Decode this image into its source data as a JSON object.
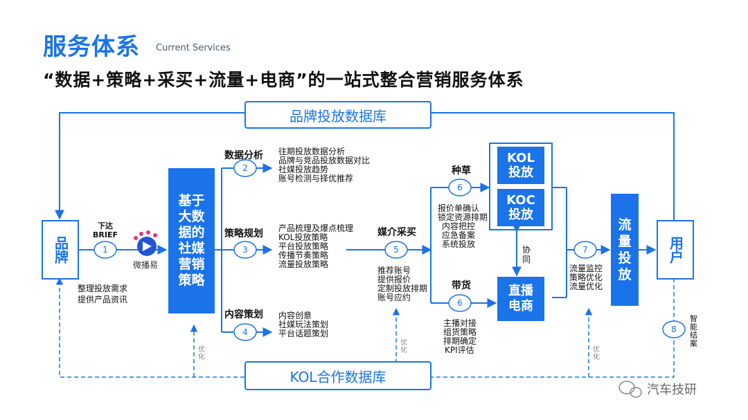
{
  "header": {
    "title": "服务体系",
    "title_en": "Current Services",
    "subtitle": "“数据+策略+采买+流量+电商”的一站式整合营销服务体系"
  },
  "databases": {
    "top": "品牌投放数据库",
    "bottom": "KOL合作数据库"
  },
  "brand": "品牌",
  "user": "用户",
  "step1": {
    "num": "1",
    "label": "下达 BRIEF",
    "under": [
      "整理投放需求",
      "提供产品资讯"
    ]
  },
  "logo_label": "微播易",
  "strategy_box": "基于大数据的社媒营销策略",
  "step2": {
    "num": "2",
    "head": "数据分析",
    "items": [
      "往期投放数据分析",
      "品牌与竞品投放数据对比",
      "社媒投放趋势",
      "账号检测与择优推荐"
    ]
  },
  "step3": {
    "num": "3",
    "head": "策略规划",
    "items": [
      "产品梳理及爆点梳理",
      "KOL投放策略",
      "平台投放策略",
      "传播节奏策略",
      "流量投放策略"
    ]
  },
  "step4": {
    "num": "4",
    "head": "内容策划",
    "items": [
      "内容创意",
      "社媒玩法策划",
      "平台话题策划"
    ]
  },
  "step5": {
    "num": "5",
    "head": "媒介采买",
    "items": [
      "推荐账号",
      "提供报价",
      "定制投放排期",
      "账号应约"
    ]
  },
  "step6a": {
    "num": "6",
    "head": "种草",
    "items": [
      "报价单确认",
      "锁定资源排期",
      "内容把控",
      "应急备案",
      "系统投放"
    ]
  },
  "step6b": {
    "num": "6",
    "head": "带货",
    "items": [
      "主播对接",
      "组货策略",
      "排期确定",
      "KPI评估"
    ]
  },
  "kol_box": "KOL投放",
  "koc_box": "KOC投放",
  "coop": "协同",
  "live_box": "直播电商",
  "step7": {
    "num": "7",
    "items": [
      "流量监控",
      "策略优化",
      "流量优化"
    ]
  },
  "traffic_box": "流量投放",
  "step8": {
    "num": "8",
    "label": "智能结案"
  },
  "optimize": "优化",
  "watermark": "汽车技研",
  "colors": {
    "primary": "#1a73e8"
  }
}
